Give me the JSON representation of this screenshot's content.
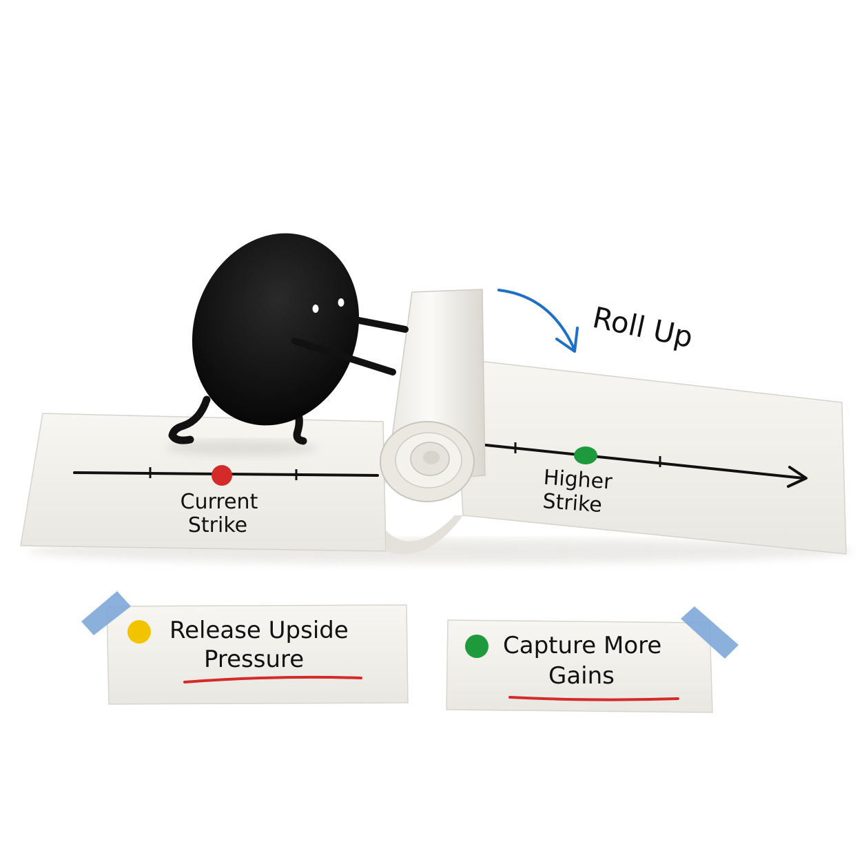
{
  "scene": {
    "roll_label": "Roll Up",
    "current_strike_line1": "Current",
    "current_strike_line2": "Strike",
    "higher_strike_line1": "Higher",
    "higher_strike_line2": "Strike",
    "current_strike_color": "#d42a2a",
    "higher_strike_color": "#1e9a3c",
    "arrow_color": "#1f6fc4"
  },
  "notes": [
    {
      "line1": "Release Upside",
      "line2": "Pressure",
      "dot_color": "#f2c400",
      "underline_color": "#d42a2a"
    },
    {
      "line1": "Capture More",
      "line2": "Gains",
      "dot_color": "#1e9a3c",
      "underline_color": "#d42a2a"
    }
  ],
  "icons": {
    "character": "black-bean-character-icon",
    "scroll": "paper-roll-icon",
    "tape": "blue-tape-icon"
  }
}
